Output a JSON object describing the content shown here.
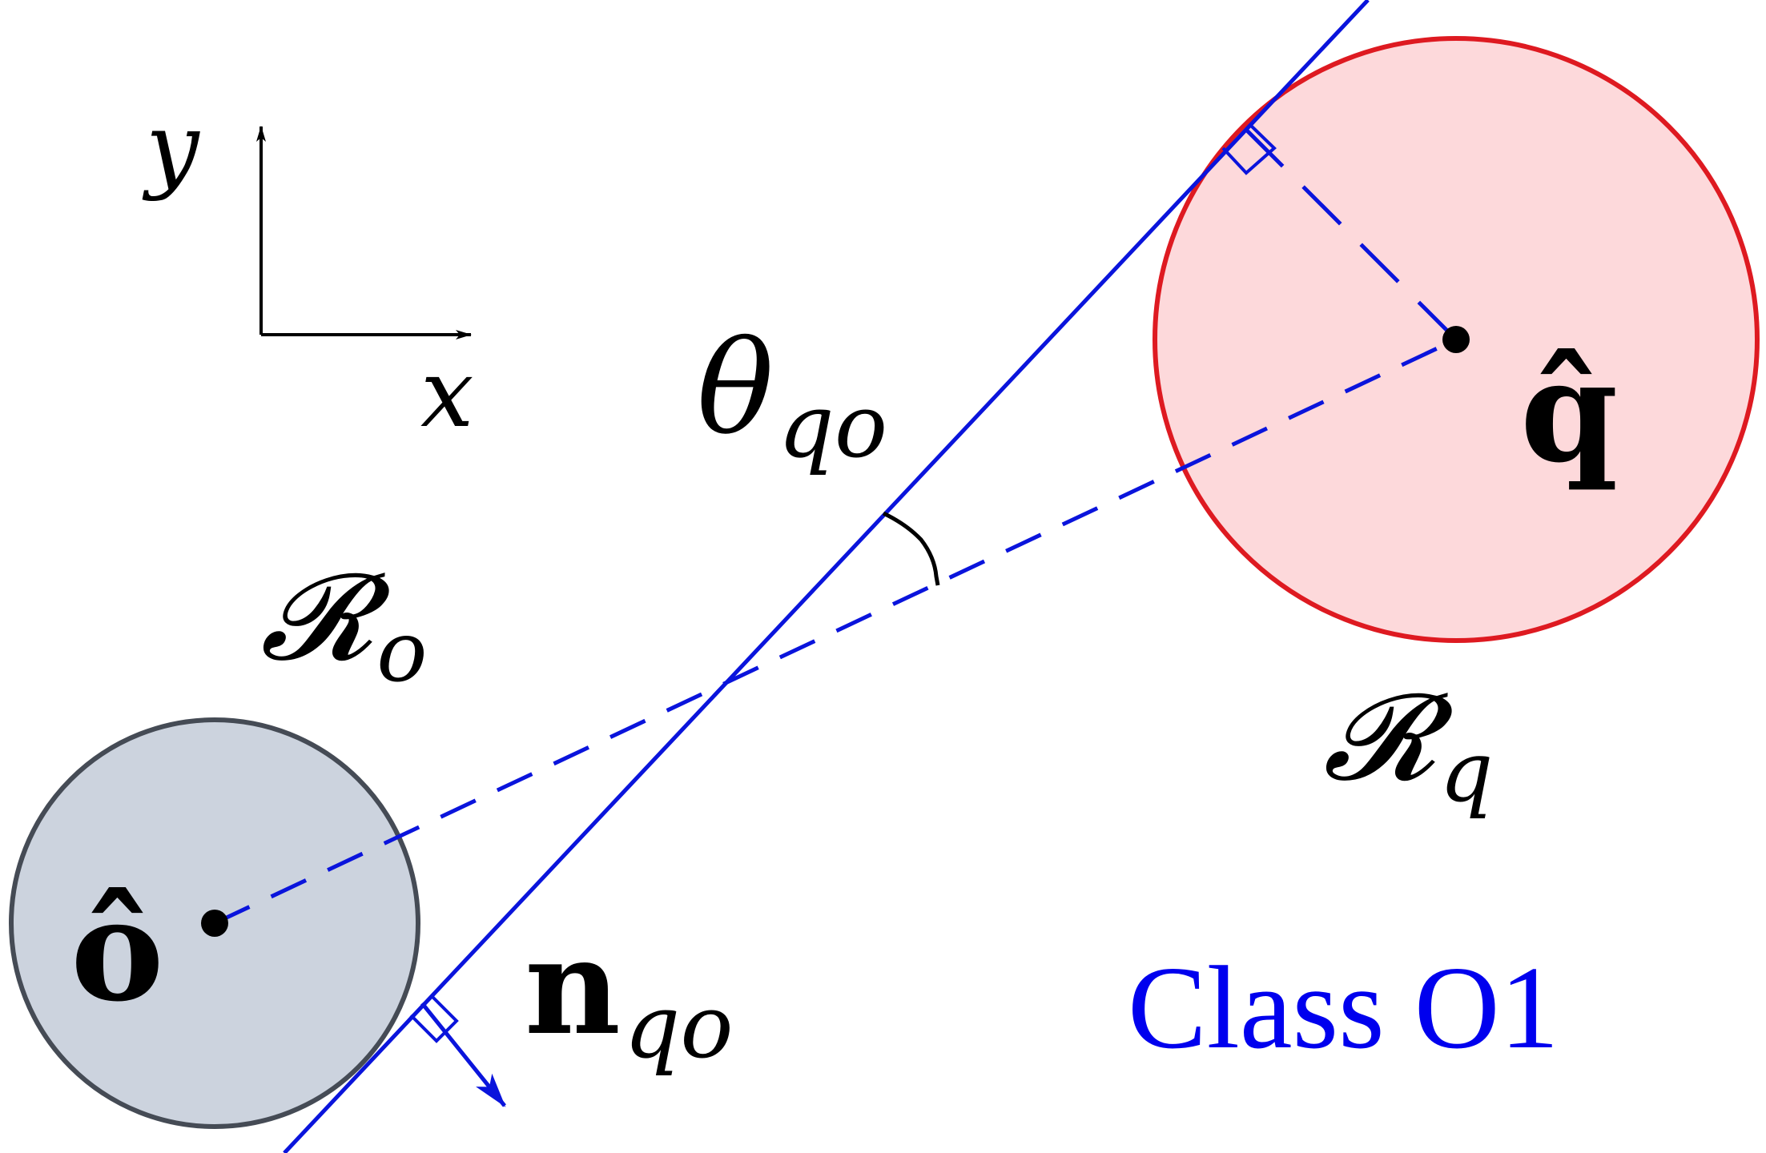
{
  "axes": {
    "x_label": "x",
    "y_label": "y"
  },
  "obstacle_o": {
    "center_label": "ô",
    "region_main": "𝓡",
    "region_sub": "o",
    "fill_color": "#ccd3de",
    "stroke_color": "#454b55"
  },
  "obstacle_q": {
    "center_label": "q̂",
    "region_main": "𝓡",
    "region_sub": "q",
    "fill_color": "#fdd9db",
    "stroke_color": "#de1a21"
  },
  "angle": {
    "main": "θ",
    "sub": "qo"
  },
  "normal": {
    "main": "n",
    "sub": "qo"
  },
  "class_label": {
    "text": "Class O1",
    "color": "#0000ee"
  },
  "line_color": "#0a14dc"
}
